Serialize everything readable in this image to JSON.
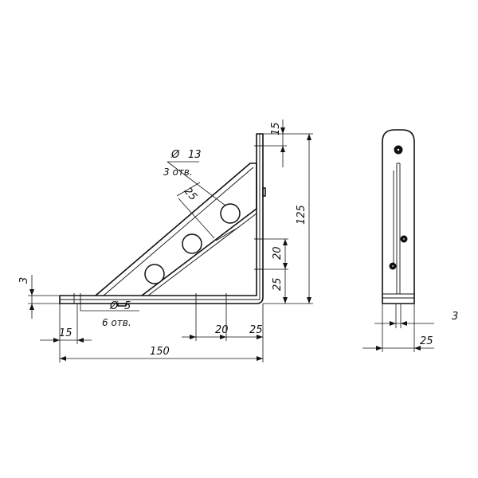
{
  "dimensions": {
    "hole_large_diameter": "13",
    "hole_large_count": "3 отв.",
    "hole_large_spacing": "25",
    "top_offset": "15",
    "height_total": "125",
    "vertical_spacing": "20",
    "vertical_offset": "25",
    "thickness": "3",
    "hole_small_diameter": "5",
    "hole_small_count": "6 отв.",
    "bottom_offset": "15",
    "horizontal_spacing": "20",
    "horizontal_offset": "25",
    "length_total": "150",
    "side_thickness": "3",
    "side_width": "25"
  },
  "symbols": {
    "diameter": "Ø"
  }
}
